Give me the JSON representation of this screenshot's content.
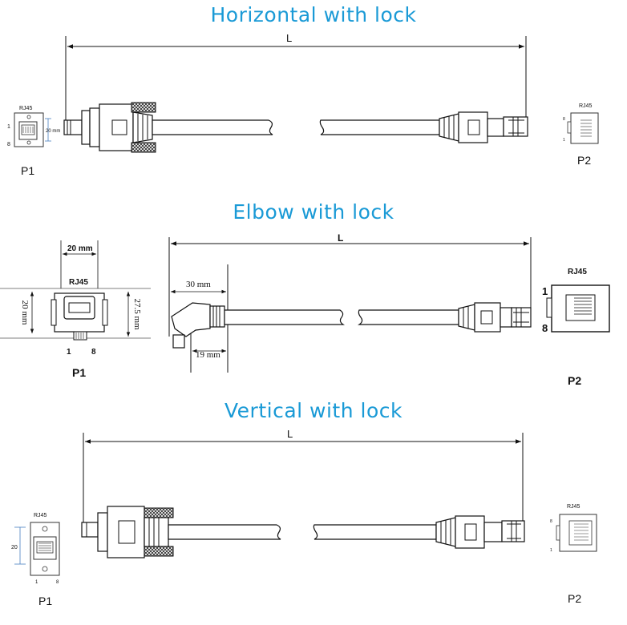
{
  "sections": [
    {
      "title": "Horizontal with lock",
      "length_label": "L",
      "p1": {
        "label": "P1",
        "connector": "RJ45",
        "pin_first": "1",
        "pin_last": "8",
        "dim_height": "20 mm"
      },
      "p2": {
        "label": "P2",
        "connector": "RJ45",
        "pin_first": "8",
        "pin_last": "1"
      }
    },
    {
      "title": "Elbow with lock",
      "length_label": "L",
      "p1": {
        "label": "P1",
        "connector": "RJ45",
        "pin_first": "1",
        "pin_last": "8",
        "dim_width": "20 mm",
        "dim_height": "20 mm",
        "dim_height_total": "27.5 mm"
      },
      "elbow": {
        "dim_a": "30 mm",
        "dim_b": "19 mm"
      },
      "p2": {
        "label": "P2",
        "connector": "RJ45",
        "pin_first": "1",
        "pin_last": "8"
      }
    },
    {
      "title": "Vertical with lock",
      "length_label": "L",
      "p1": {
        "label": "P1",
        "connector": "RJ45",
        "pin_first": "1",
        "pin_last": "8",
        "dim_height": "20"
      },
      "p2": {
        "label": "P2",
        "connector": "RJ45",
        "pin_first": "8",
        "pin_last": "1"
      }
    }
  ],
  "colors": {
    "title": "#1a9ad6",
    "line": "#111111",
    "dim_blue": "#4a7fc0"
  }
}
